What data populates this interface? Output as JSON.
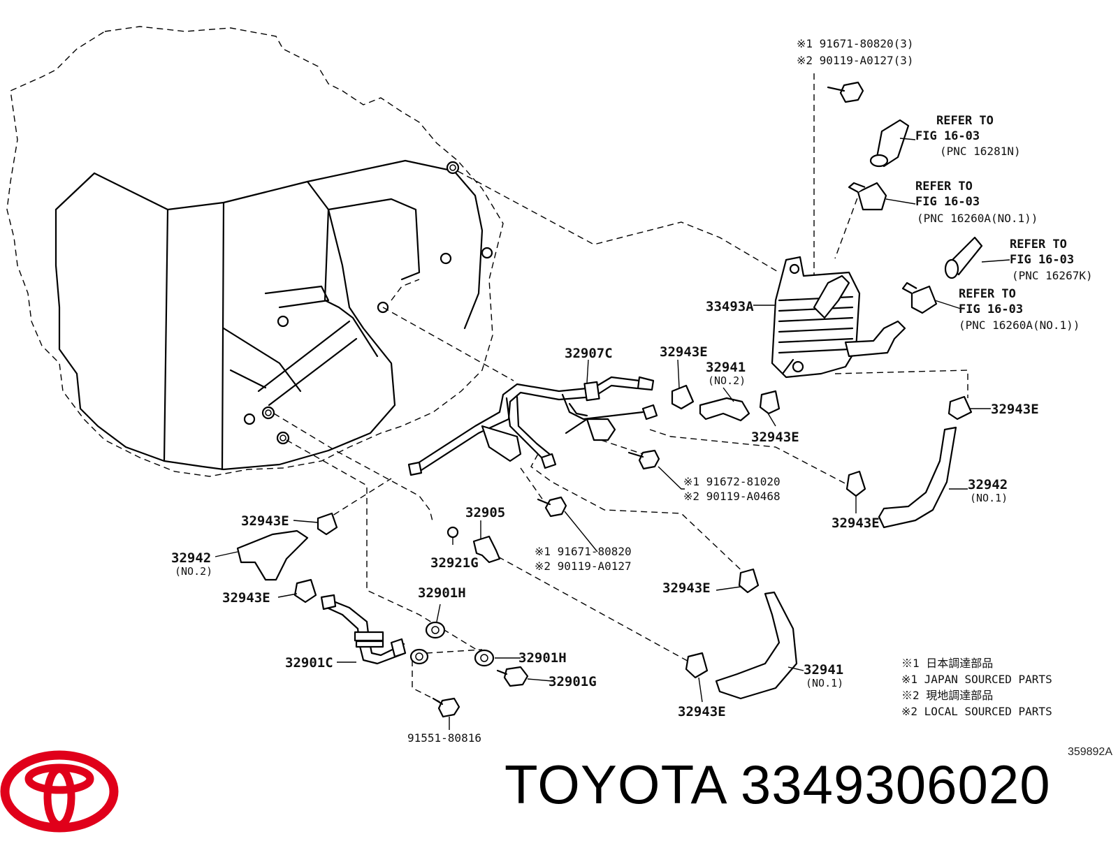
{
  "diagram": {
    "parts": {
      "p33493A": "33493A",
      "p32907C": "32907C",
      "p32943E": "32943E",
      "p32941": "32941",
      "p32942": "32942",
      "p32905": "32905",
      "p32921G": "32921G",
      "p32901H": "32901H",
      "p32901C": "32901C",
      "p32901G": "32901G",
      "p91551": "91551-80816"
    },
    "subs": {
      "no1": "(NO.1)",
      "no2": "(NO.2)"
    },
    "bolt_codes": {
      "top1": "※1 91671-80820(3)",
      "top2": "※2 90119-A0127(3)",
      "mid1": "※1 91672-81020",
      "mid2": "※2 90119-A0468",
      "low1": "※1 91671-80820",
      "low2": "※2 90119-A0127"
    },
    "refer": {
      "refer_to": "REFER TO",
      "fig": "FIG 16-03",
      "pnc1": "(PNC 16281N)",
      "pnc2": "(PNC 16260A(NO.1))",
      "pnc3": "(PNC 16267K)",
      "pnc4": "(PNC 16260A(NO.1))"
    },
    "legend": {
      "l1": "※1 日本調達部品",
      "l2": "※1 JAPAN SOURCED PARTS",
      "l3": "※2 現地調達部品",
      "l4": "※2 LOCAL SOURCED PARTS"
    },
    "doc_code": "359892A"
  },
  "brand": {
    "name": "TOYOTA",
    "part_number": "3349306020",
    "logo_color": "#E0001A"
  }
}
